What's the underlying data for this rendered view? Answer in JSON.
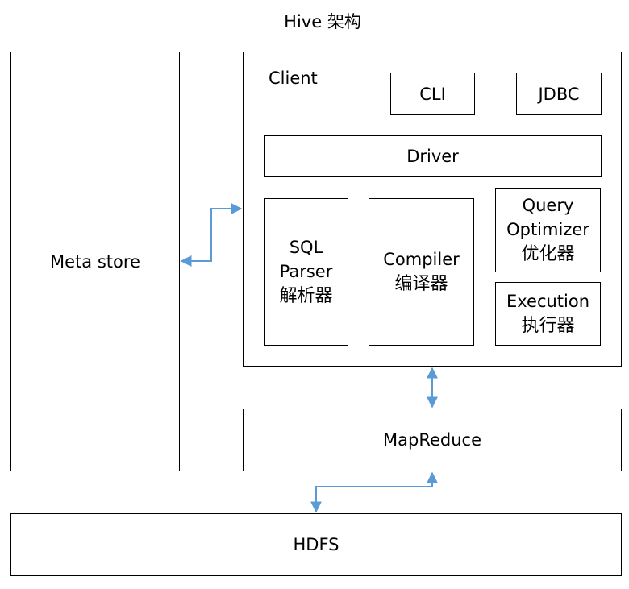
{
  "title": "Hive 架构",
  "metastore": {
    "label": "Meta store"
  },
  "client": {
    "label": "Client",
    "cli": "CLI",
    "jdbc": "JDBC",
    "driver": "Driver",
    "sql_parser": {
      "line1": "SQL",
      "line2": "Parser",
      "line3": "解析器"
    },
    "compiler": {
      "line1": "Compiler",
      "line2": "编译器"
    },
    "optimizer": {
      "line1": "Query",
      "line2": "Optimizer",
      "line3": "优化器"
    },
    "executor": {
      "line1": "Execution",
      "line2": "执行器"
    }
  },
  "mapreduce": {
    "label": "MapReduce"
  },
  "hdfs": {
    "label": "HDFS"
  },
  "colors": {
    "arrow": "#5b9bd5",
    "border": "#000000"
  }
}
